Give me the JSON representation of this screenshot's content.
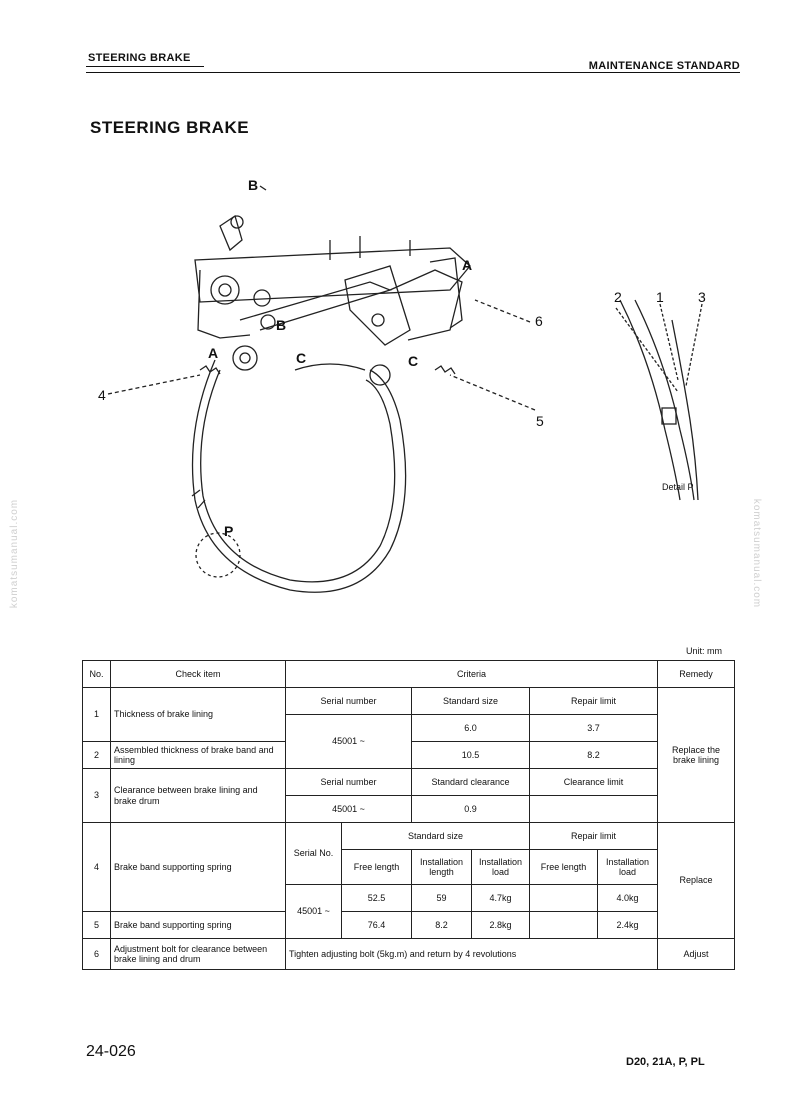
{
  "header": {
    "left": "STEERING BRAKE",
    "right": "MAINTENANCE STANDARD"
  },
  "title": "STEERING BRAKE",
  "watermark": "komatsumanual.com",
  "diagram": {
    "labels": {
      "b_top": "B",
      "a_right": "A",
      "n6": "6",
      "b_mid": "B",
      "a_left": "A",
      "c_left": "C",
      "c_right": "C",
      "n4": "4",
      "n5": "5",
      "p": "P",
      "d2": "2",
      "d1": "1",
      "d3": "3",
      "detail": "Detail P"
    }
  },
  "unit": "Unit: mm",
  "table": {
    "headers": {
      "no": "No.",
      "check_item": "Check item",
      "criteria": "Criteria",
      "remedy": "Remedy"
    },
    "serial_number": "Serial number",
    "standard_size": "Standard size",
    "repair_limit": "Repair limit",
    "standard_clearance": "Standard clearance",
    "clearance_limit": "Clearance limit",
    "serial_no": "Serial No.",
    "free_length": "Free length",
    "installation_length": "Installation length",
    "installation_load": "Installation load",
    "serial_value": "45001 ~",
    "rows": [
      {
        "no": "1",
        "item": "Thickness of brake lining",
        "std": "6.0",
        "limit": "3.7"
      },
      {
        "no": "2",
        "item": "Assembled thickness of brake band and lining",
        "std": "10.5",
        "limit": "8.2"
      },
      {
        "no": "3",
        "item": "Clearance between brake lining and brake drum",
        "std": "0.9",
        "limit": ""
      },
      {
        "no": "4",
        "item": "Brake band supporting spring",
        "free": "52.5",
        "inst_len": "59",
        "inst_load": "4.7kg",
        "lim_free": "",
        "lim_load": "4.0kg"
      },
      {
        "no": "5",
        "item": "Brake band supporting spring",
        "free": "76.4",
        "inst_len": "8.2",
        "inst_load": "2.8kg",
        "lim_free": "",
        "lim_load": "2.4kg"
      },
      {
        "no": "6",
        "item": "Adjustment bolt for clearance between brake lining and drum",
        "text": "Tighten adjusting bolt (5kg.m) and return by 4 revolutions"
      }
    ],
    "remedy_1_3": "Replace the brake lining",
    "remedy_4_5": "Replace",
    "remedy_6": "Adjust"
  },
  "footer": {
    "page": "24-026",
    "models": "D20, 21A, P, PL"
  }
}
